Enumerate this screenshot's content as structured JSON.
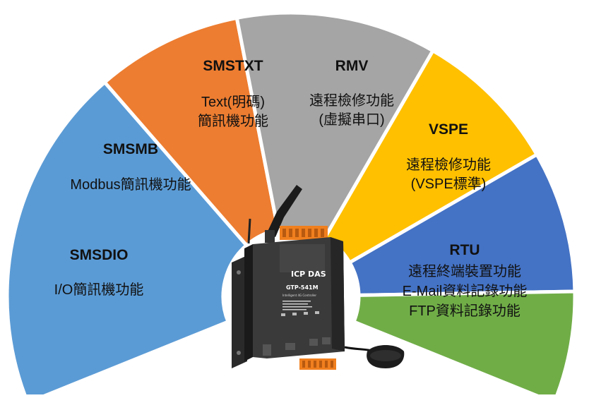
{
  "segments": [
    {
      "title": "SMSDIO",
      "lines": [
        "I/O簡訊機功能"
      ],
      "color": "#5b9bd5"
    },
    {
      "title": "SMSMB",
      "lines": [
        "Modbus簡訊機功能"
      ],
      "color": "#ed7d31"
    },
    {
      "title": "SMSTXT",
      "lines": [
        "Text(明碼)",
        "簡訊機功能"
      ],
      "color": "#a5a5a5"
    },
    {
      "title": "RMV",
      "lines": [
        "遠程檢修功能",
        "(虛擬串口)"
      ],
      "color": "#ffc000"
    },
    {
      "title": "VSPE",
      "lines": [
        "遠程檢修功能",
        "(VSPE標準)"
      ],
      "color": "#4472c4"
    },
    {
      "title": "RTU",
      "lines": [
        "遠程終端裝置功能",
        "E-Mail資料記錄功能",
        "FTP資料記錄功能"
      ],
      "color": "#70ad47"
    }
  ],
  "device": {
    "brand": "ICP DAS",
    "model": "GTP-541M",
    "subtitle": "Intelligent 4G Controller",
    "icon": "industrial-controller-with-antenna"
  }
}
